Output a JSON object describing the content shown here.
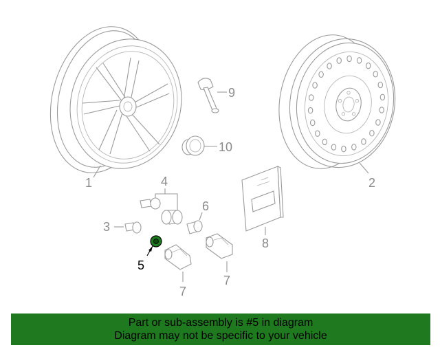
{
  "callouts": {
    "c1": "1",
    "c2": "2",
    "c3": "3",
    "c4": "4",
    "c5": "5",
    "c6": "6",
    "c7a": "7",
    "c7b": "7",
    "c8": "8",
    "c9": "9",
    "c10": "10"
  },
  "highlight_part": "5",
  "colors": {
    "banner_bg": "#1f7a1f",
    "highlight_part_fill": "#1f7a1f",
    "line_art": "#9a9a9a"
  },
  "banner": {
    "line1": "Part or sub-assembly is #5 in diagram",
    "line2": "Diagram may not be specific to your vehicle"
  }
}
